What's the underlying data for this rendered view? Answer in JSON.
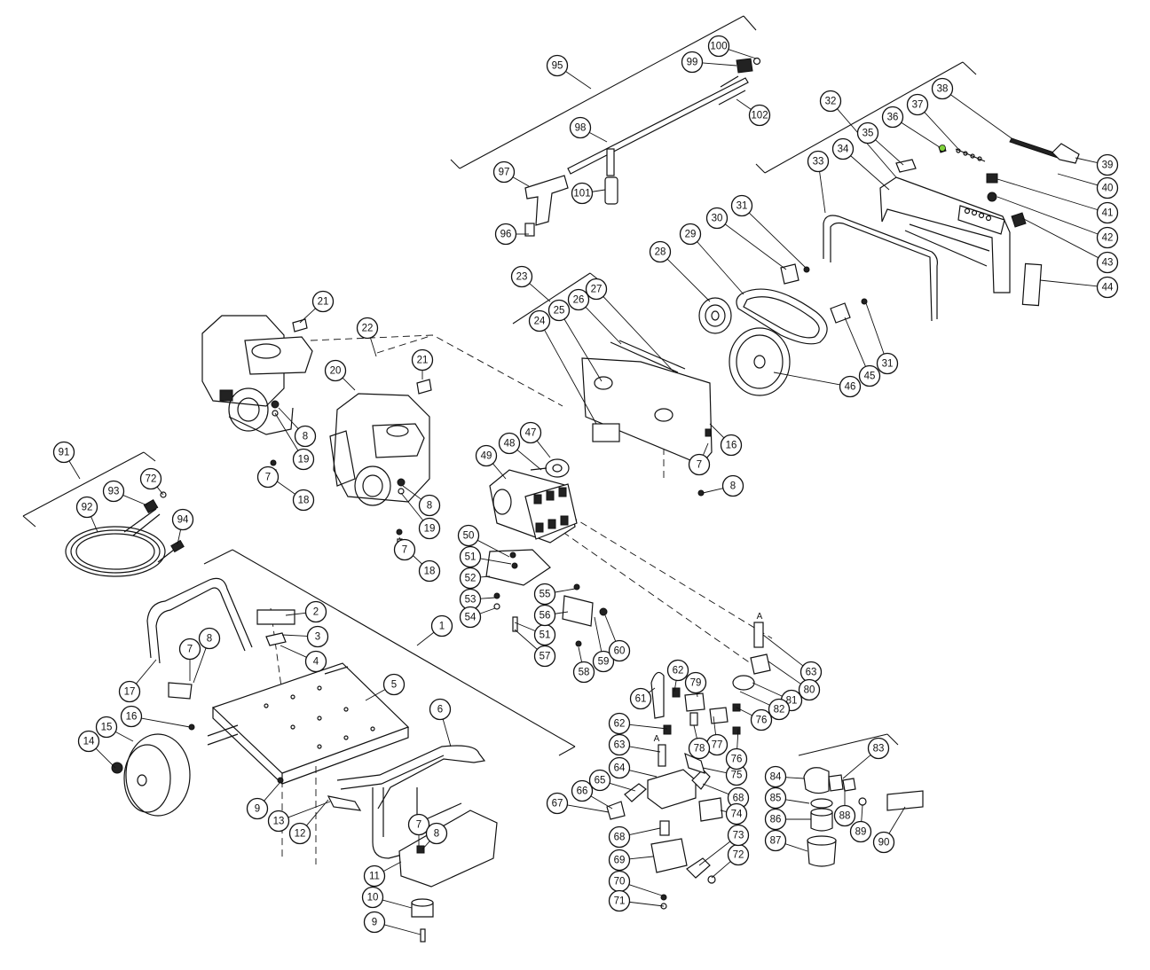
{
  "callouts": [
    "1",
    "2",
    "3",
    "4",
    "5",
    "6",
    "7",
    "7",
    "7",
    "7",
    "7",
    "8",
    "8",
    "8",
    "8",
    "8",
    "9",
    "9",
    "10",
    "11",
    "12",
    "13",
    "14",
    "15",
    "16",
    "16",
    "17",
    "18",
    "18",
    "19",
    "19",
    "20",
    "21",
    "21",
    "22",
    "23",
    "24",
    "25",
    "26",
    "27",
    "28",
    "29",
    "30",
    "31",
    "31",
    "32",
    "33",
    "34",
    "35",
    "36",
    "37",
    "38",
    "39",
    "40",
    "41",
    "42",
    "43",
    "44",
    "45",
    "46",
    "47",
    "48",
    "49",
    "50",
    "51",
    "51",
    "52",
    "53",
    "54",
    "55",
    "56",
    "57",
    "58",
    "59",
    "60",
    "61",
    "62",
    "62",
    "63",
    "63",
    "64",
    "65",
    "66",
    "67",
    "68",
    "68",
    "69",
    "70",
    "71",
    "72",
    "72",
    "73",
    "74",
    "75",
    "76",
    "76",
    "77",
    "78",
    "79",
    "80",
    "81",
    "82",
    "83",
    "84",
    "85",
    "86",
    "87",
    "88",
    "89",
    "90",
    "91",
    "92",
    "93",
    "94",
    "95",
    "96",
    "97",
    "98",
    "99",
    "100",
    "101",
    "102"
  ],
  "connection_markers": [
    "A",
    "A"
  ],
  "colors": {
    "ink": "#111111",
    "highlight": "#7fd23a"
  }
}
